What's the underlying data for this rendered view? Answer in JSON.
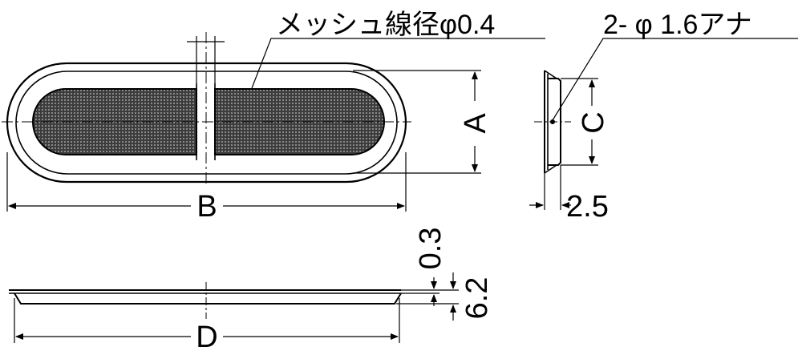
{
  "annotations": {
    "mesh": "メッシュ線径φ0.4",
    "holes": "2- φ 1.6アナ"
  },
  "dimensions": {
    "a": "A",
    "b": "B",
    "c": "C",
    "d": "D",
    "depth": "2.5",
    "thickness": "0.3",
    "height": "6.2"
  },
  "colors": {
    "line": "#000000",
    "mesh_fill": "#4a4a4a",
    "paper": "#ffffff"
  }
}
